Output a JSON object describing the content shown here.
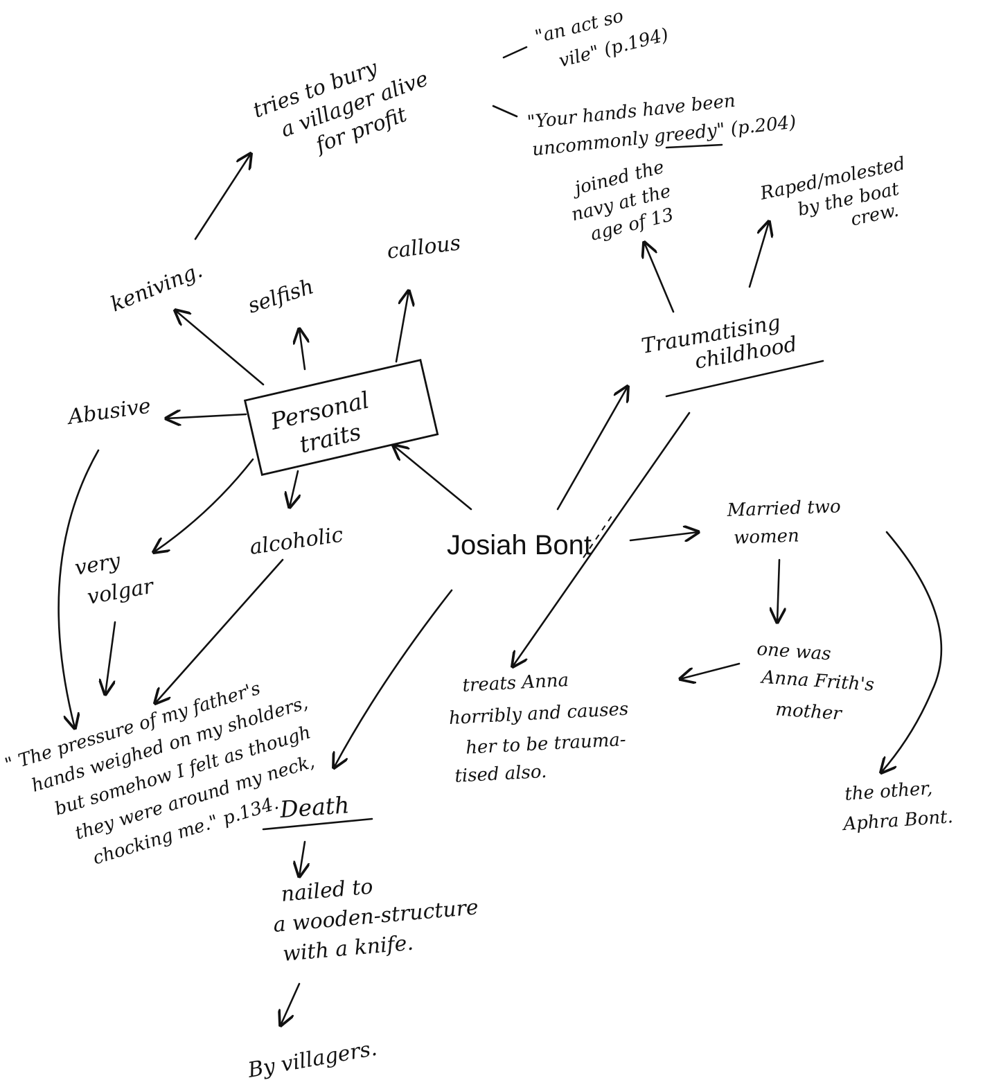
{
  "center": "Josiah Bont",
  "personal_traits": {
    "label_line1": "Personal",
    "label_line2": "traits"
  },
  "traits": {
    "abusive": "Abusive",
    "keniving": "keniving.",
    "selfish": "selfish",
    "callous": "callous",
    "alcoholic": "alcoholic",
    "vulgar_line1": "very",
    "vulgar_line2": "volgar"
  },
  "bury": {
    "line1": "tries to bury",
    "line2": "a villager alive",
    "line3": "for profit"
  },
  "quote_vile": {
    "line1": "\"an act so",
    "line2": "vile\" (p.194)"
  },
  "quote_greedy": {
    "line1": "\"Your hands have been",
    "line2": "uncommonly greedy\" (p.204)"
  },
  "quote_father": {
    "line1": "\" The pressure of my father's",
    "line2": "hands weighed on my sholders,",
    "line3": "but somehow I felt as though",
    "line4": "they were around my neck,",
    "line5": "chocking me.\" p.134."
  },
  "death": {
    "label": "Death",
    "nailed_line1": "nailed to",
    "nailed_line2": "a wooden-structure",
    "nailed_line3": "with a knife.",
    "by": "By villagers."
  },
  "childhood": {
    "label_line1": "Traumatising",
    "label_line2": "childhood",
    "navy_line1": "joined the",
    "navy_line2": "navy at the",
    "navy_line3": "age of 13",
    "raped_line1": "Raped/molested",
    "raped_line2": "by the boat",
    "raped_line3": "crew."
  },
  "married": {
    "line1": "Married two",
    "line2": "women",
    "one_line1": "one was",
    "one_line2": "Anna Frith's",
    "one_line3": "mother",
    "other_line1": "the other,",
    "other_line2": "Aphra Bont."
  },
  "treats": {
    "line1": "treats Anna",
    "line2": "horribly and causes",
    "line3": "her to be trauma-",
    "line4": "tised also."
  }
}
